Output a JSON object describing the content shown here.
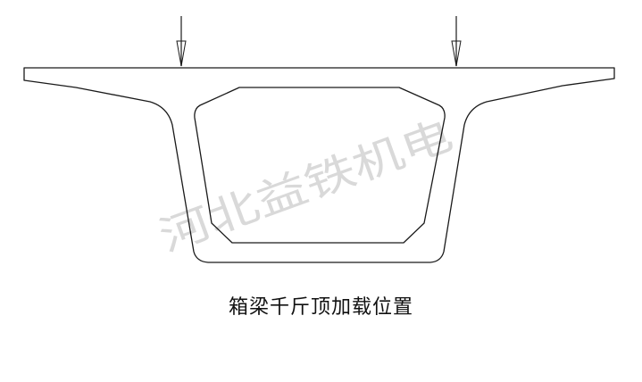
{
  "diagram": {
    "caption": "箱梁千斤顶加载位置",
    "watermark": "河北益铁机电",
    "load_points": 2
  },
  "colors": {
    "line": "#1a1a1a",
    "watermark": "#d3d3d3",
    "background": "#ffffff"
  }
}
